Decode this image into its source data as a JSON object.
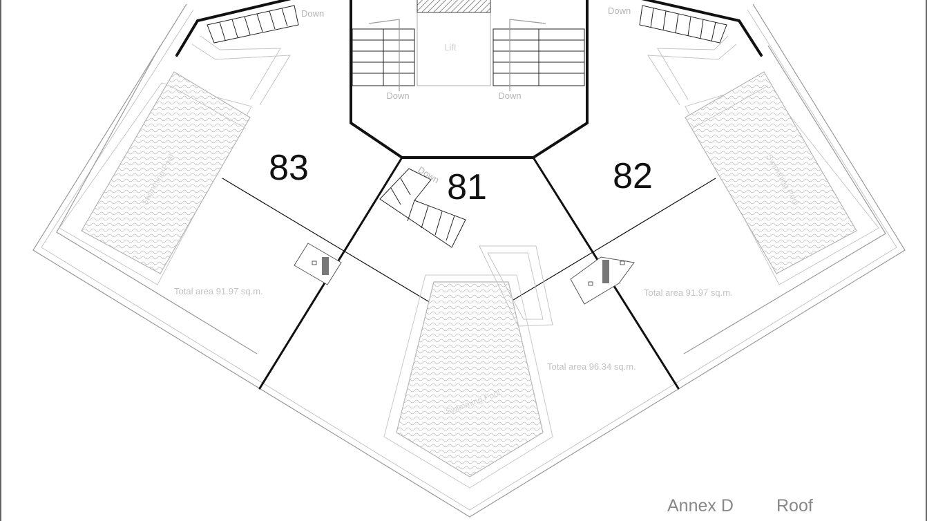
{
  "units": [
    {
      "number": "83",
      "area_text": "Total area  91.97  sq.m."
    },
    {
      "number": "81",
      "area_text": "Total area  96.34  sq.m."
    },
    {
      "number": "82",
      "area_text": "Total area  91.97  sq.m."
    }
  ],
  "core": {
    "lift_label": "Lift",
    "down_label": "Down"
  },
  "pool_label": "Swimming Pool",
  "caption": {
    "annex": "Annex D",
    "level": "Roof"
  }
}
